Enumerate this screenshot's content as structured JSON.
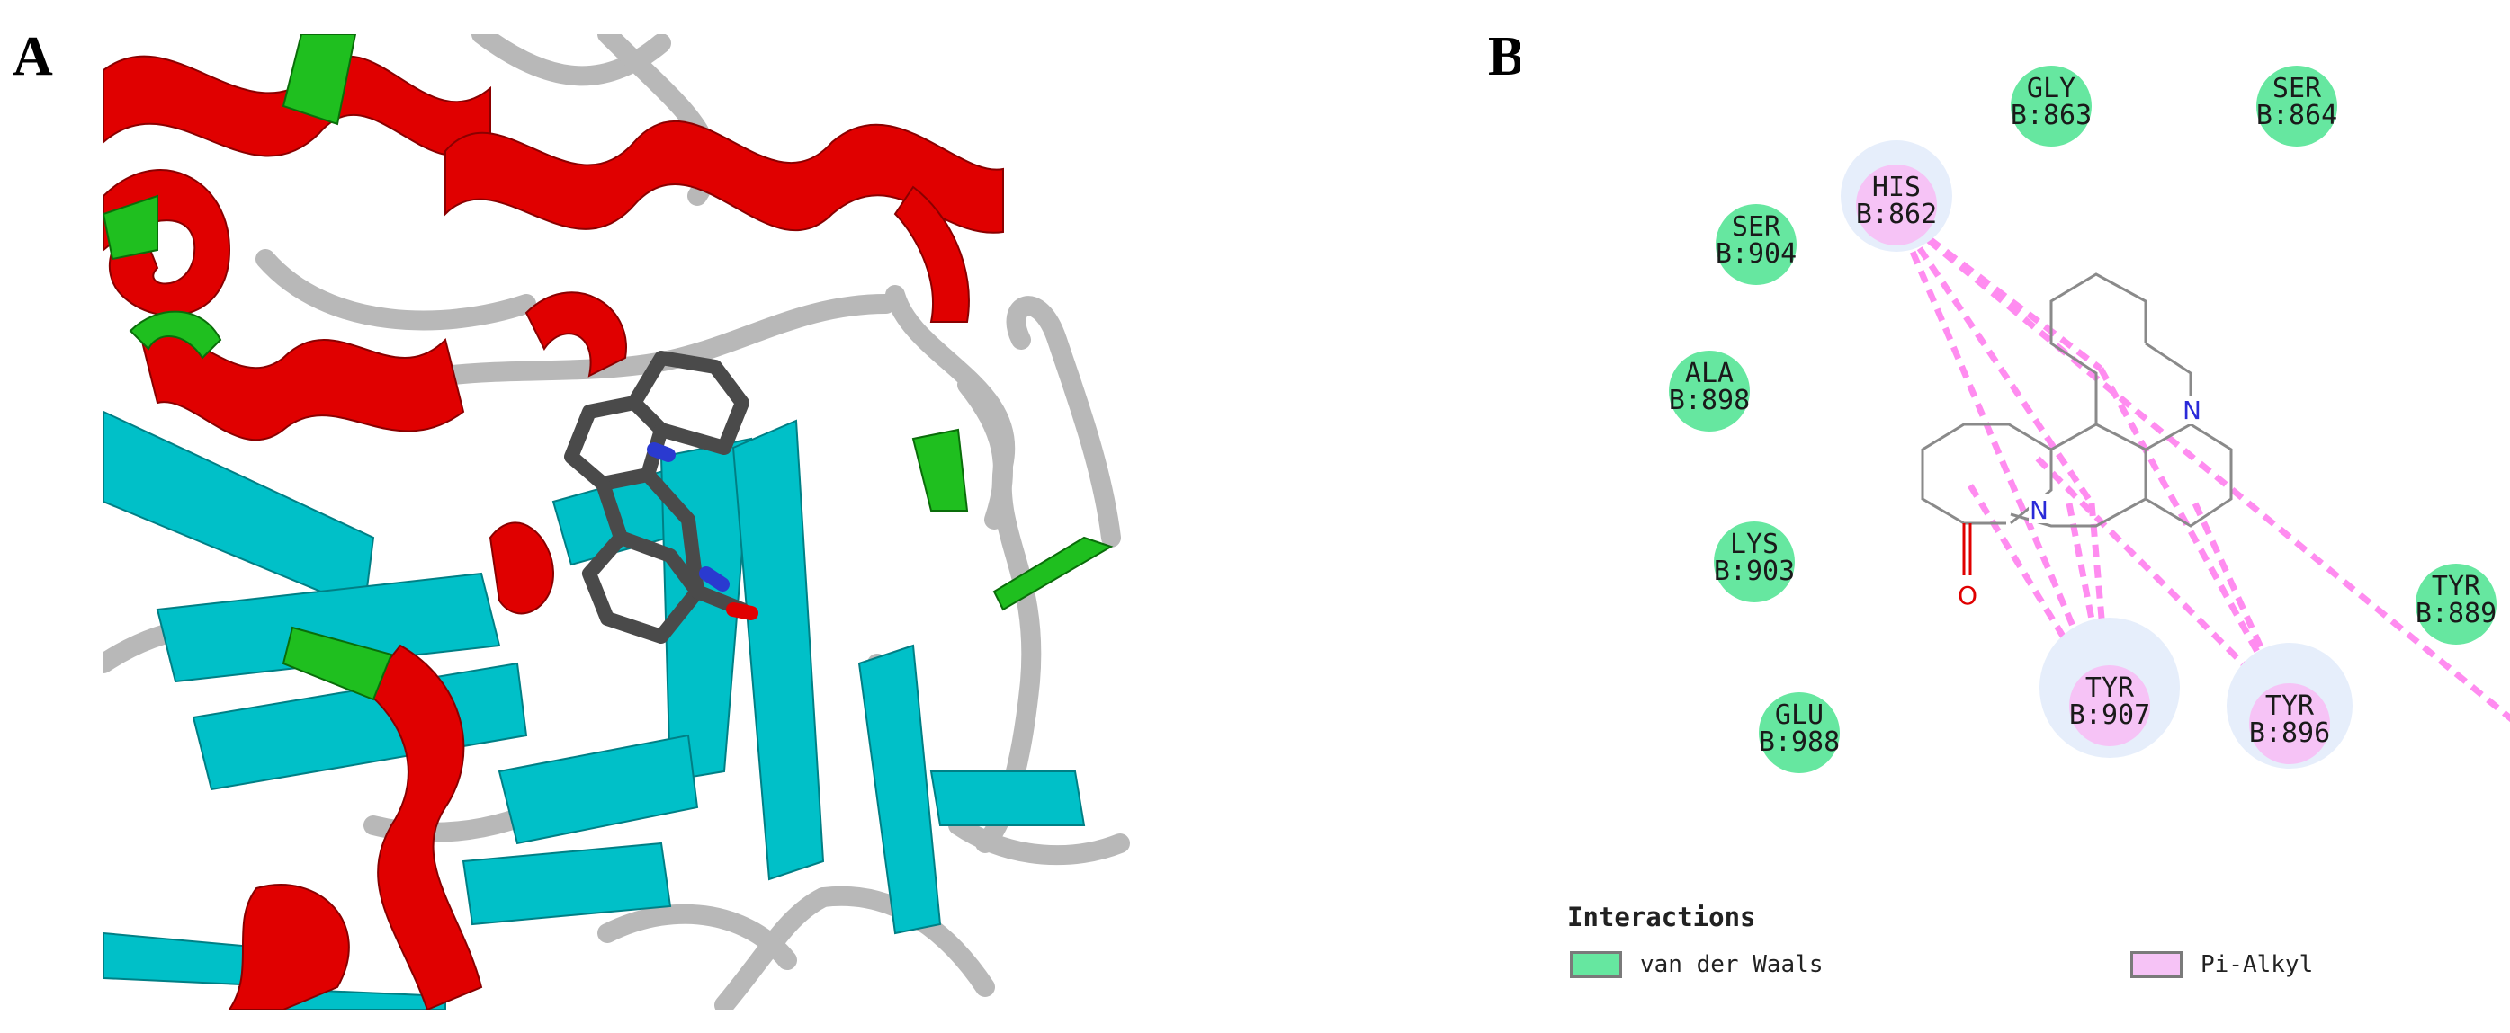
{
  "panel_a": {
    "label": "A"
  },
  "panel_b": {
    "label": "B",
    "residues": [
      {
        "id": "gly863",
        "name": "GLY",
        "chain_pos": "B:863",
        "type": "vdw"
      },
      {
        "id": "ser864",
        "name": "SER",
        "chain_pos": "B:864",
        "type": "vdw"
      },
      {
        "id": "his862",
        "name": "HIS",
        "chain_pos": "B:862",
        "type": "pi"
      },
      {
        "id": "ser904",
        "name": "SER",
        "chain_pos": "B:904",
        "type": "vdw"
      },
      {
        "id": "ala898",
        "name": "ALA",
        "chain_pos": "B:898",
        "type": "vdw"
      },
      {
        "id": "lys903",
        "name": "LYS",
        "chain_pos": "B:903",
        "type": "vdw"
      },
      {
        "id": "tyr889",
        "name": "TYR",
        "chain_pos": "B:889",
        "type": "vdw"
      },
      {
        "id": "glu988",
        "name": "GLU",
        "chain_pos": "B:988",
        "type": "vdw"
      },
      {
        "id": "tyr907",
        "name": "TYR",
        "chain_pos": "B:907",
        "type": "pi"
      },
      {
        "id": "tyr896",
        "name": "TYR",
        "chain_pos": "B:896",
        "type": "pi"
      }
    ],
    "atoms": {
      "nitrogen": "N",
      "oxygen": "O"
    },
    "legend": {
      "title": "Interactions",
      "items": [
        {
          "label": "van der Waals",
          "color": "#66e7a0"
        },
        {
          "label": "Pi-Alkyl",
          "color": "#f6c3f6"
        }
      ]
    }
  },
  "colors": {
    "helix": "#e80000",
    "sheet": "#00c0c8",
    "turn": "#1fbf1f",
    "coil": "#c0c0c0",
    "ligand": "#4a4a4a",
    "vdw_fill": "#66e7a0",
    "pi_fill": "#f6c3f6",
    "pi_line": "#ff8cf0"
  }
}
